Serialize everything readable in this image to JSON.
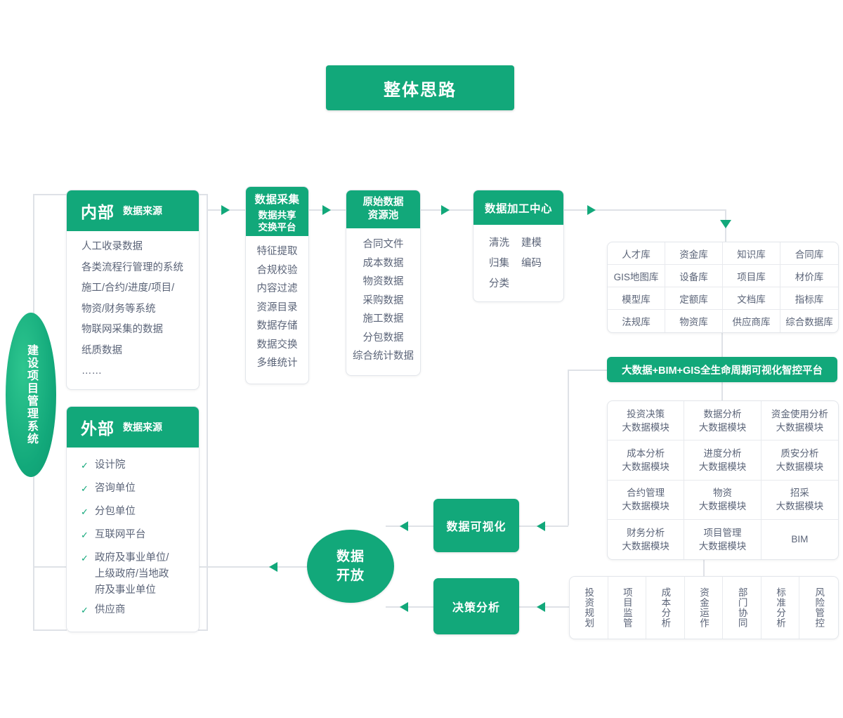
{
  "title": "整体思路",
  "system_label": "建设项目管理系统",
  "sources": {
    "internal": {
      "title": "内部",
      "subtitle": "数据来源",
      "items": [
        "人工收录数据",
        "各类流程行管理的系统",
        "施工/合约/进度/项目/",
        "物资/财务等系统",
        "物联网采集的数据",
        "纸质数据",
        "……"
      ]
    },
    "external": {
      "title": "外部",
      "subtitle": "数据来源",
      "check_icon": "check-icon",
      "items": [
        "设计院",
        "咨询单位",
        "分包单位",
        "互联网平台",
        "政府及事业单位/\n上级政府/当地政\n府及事业单位",
        "供应商"
      ]
    }
  },
  "collect": {
    "title": "数据采集",
    "subtitle": "数据共享\n交换平台",
    "items": [
      "特征提取",
      "合规校验",
      "内容过滤",
      "资源目录",
      "数据存储",
      "数据交换",
      "多维统计"
    ]
  },
  "pool": {
    "title": "原始数据\n资源池",
    "items": [
      "合同文件",
      "成本数据",
      "物资数据",
      "采购数据",
      "施工数据",
      "分包数据",
      "综合统计数据"
    ]
  },
  "process": {
    "title": "数据加工中心",
    "items": [
      "清洗",
      "建模",
      "归集",
      "编码",
      "分类"
    ]
  },
  "databases": [
    "人才库",
    "资金库",
    "知识库",
    "合同库",
    "GIS地图库",
    "设备库",
    "项目库",
    "材价库",
    "模型库",
    "定额库",
    "文档库",
    "指标库",
    "法规库",
    "物资库",
    "供应商库",
    "综合数据库"
  ],
  "platform_banner": "大数据+BIM+GIS全生命周期可视化智控平台",
  "modules": [
    "投资决策\n大数据模块",
    "数据分析\n大数据模块",
    "资金使用分析\n大数据模块",
    "成本分析\n大数据模块",
    "进度分析\n大数据模块",
    "质安分析\n大数据模块",
    "合约管理\n大数据模块",
    "物资\n大数据模块",
    "招采\n大数据模块",
    "财务分析\n大数据模块",
    "项目管理\n大数据模块",
    "BIM"
  ],
  "outputs": {
    "visualization": "数据可视化",
    "decision": "决策分析",
    "open_data": "数据\n开放"
  },
  "decision_items": [
    "投资规划",
    "项目监管",
    "成本分析",
    "资金运作",
    "部门协同",
    "标准分析",
    "风险管控"
  ],
  "colors": {
    "brand_green": "#12A87A",
    "text_slate": "#5b6478",
    "line_gray": "#dfe2e7",
    "border_gray": "#e8eaee"
  }
}
